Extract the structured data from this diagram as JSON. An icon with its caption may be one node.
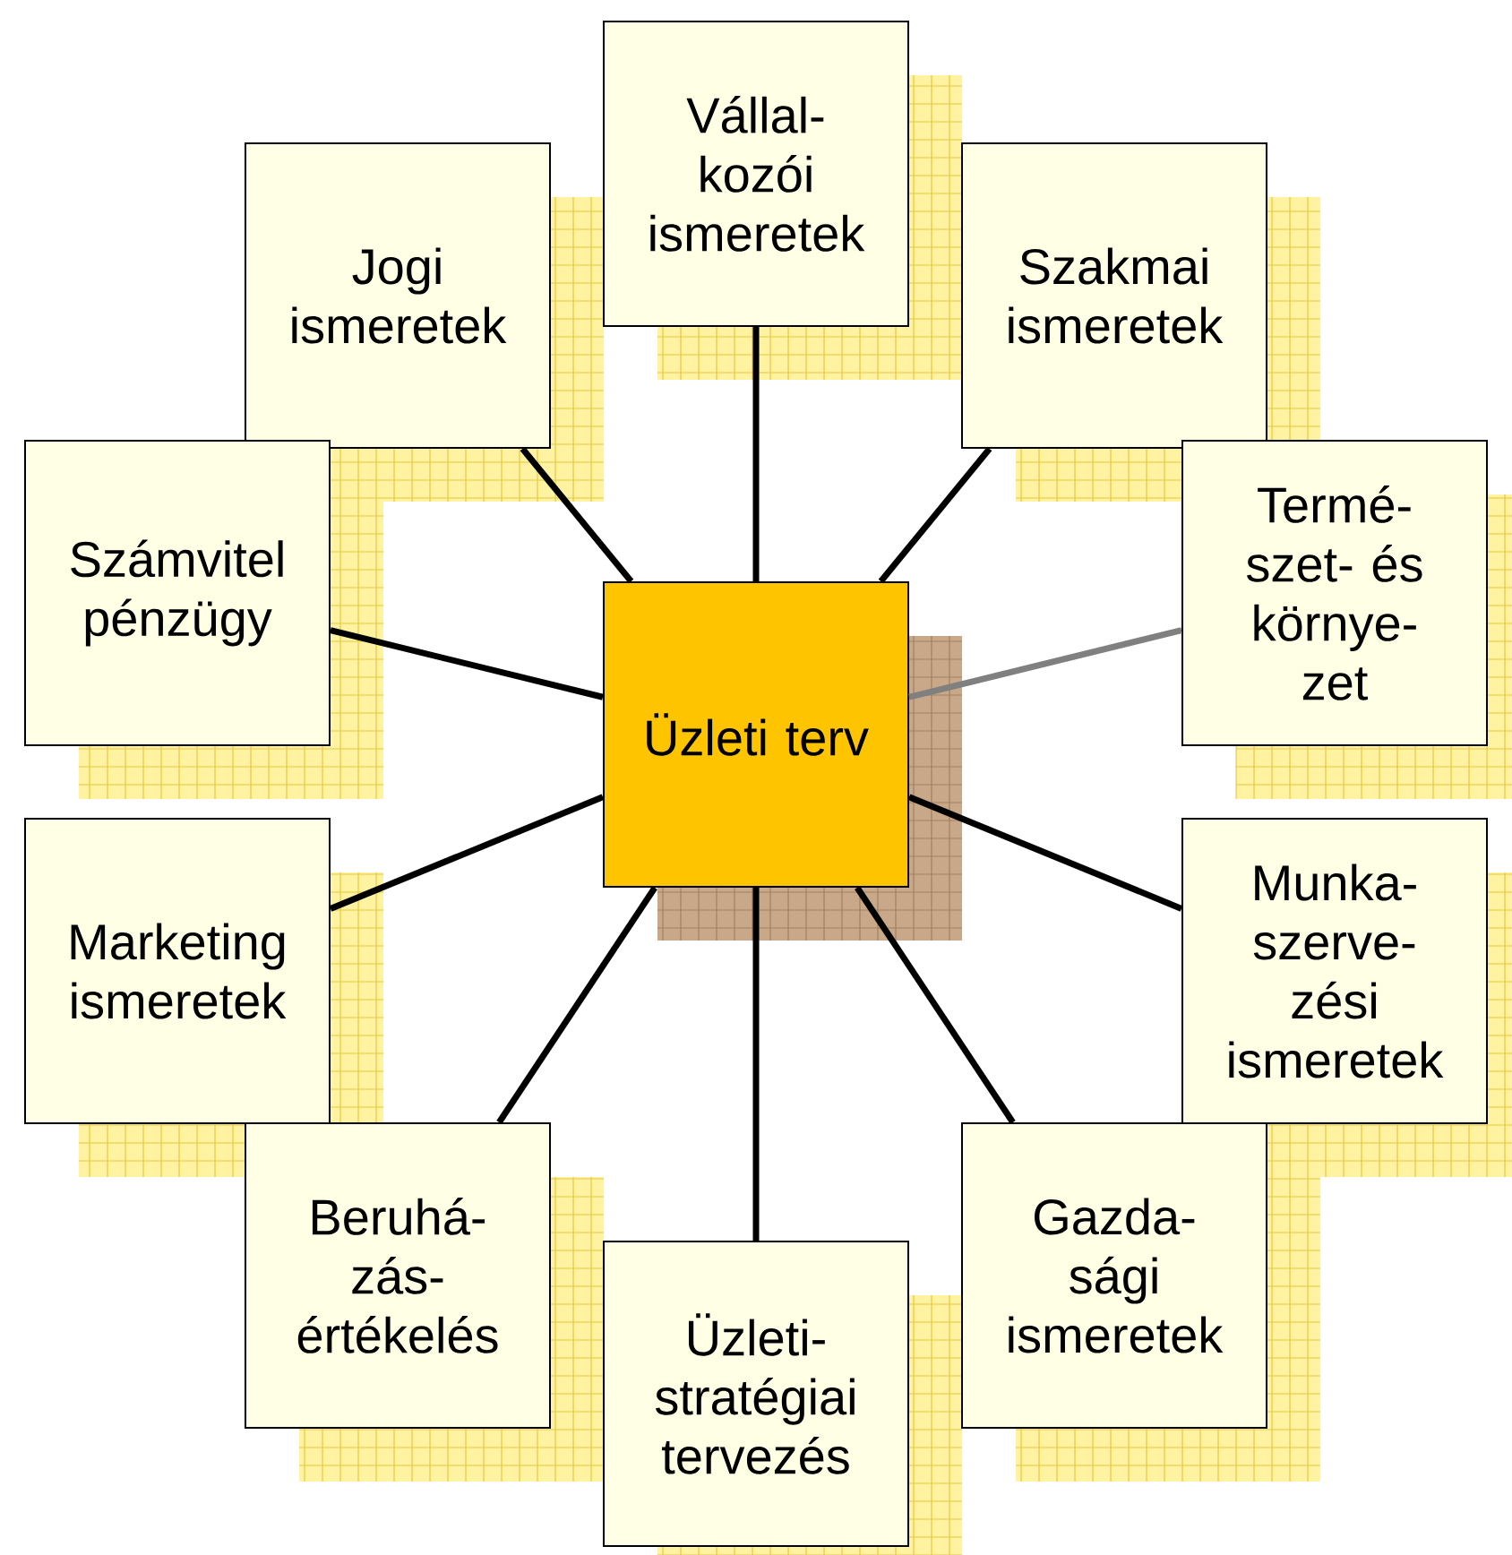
{
  "diagram": {
    "nodes": [
      {
        "text": [
          "Vállal- kozói ismeretek"
        ]
      },
      {
        "text": [
          "Jogi ismeretek"
        ]
      },
      {
        "text": [
          "Szakmai ismeretek"
        ]
      },
      {
        "text": [
          "Számvitel pénzügy"
        ]
      },
      {
        "text": [
          "Termé- szet- és környe- zet"
        ]
      },
      {
        "text": [
          "Üzleti terv"
        ]
      },
      {
        "text": [
          "Marketing ismeretek"
        ]
      },
      {
        "text": [
          "Munka- szerve- zési ismeretek"
        ]
      },
      {
        "text": [
          "Beruhá- zás- értékelés"
        ]
      },
      {
        "text": [
          "Gazda- sági ismeretek"
        ]
      },
      {
        "text": [
          "Üzleti- stratégiai tervezés"
        ]
      }
    ],
    "edges": [
      {
        "from": 5,
        "to": 0,
        "arrow": "none"
      },
      {
        "from": 5,
        "to": 1,
        "arrow": "none"
      },
      {
        "from": 5,
        "to": 2,
        "arrow": "none"
      },
      {
        "from": 5,
        "to": 3,
        "arrow": "none"
      },
      {
        "from": 5,
        "to": 4,
        "arrow": "none",
        "color": "#808080"
      },
      {
        "from": 5,
        "to": 6,
        "arrow": "none"
      },
      {
        "from": 5,
        "to": 7,
        "arrow": "none"
      },
      {
        "from": 5,
        "to": 8,
        "arrow": "none"
      },
      {
        "from": 5,
        "to": 9,
        "arrow": "none"
      },
      {
        "from": 5,
        "to": 10,
        "arrow": "none"
      }
    ]
  }
}
